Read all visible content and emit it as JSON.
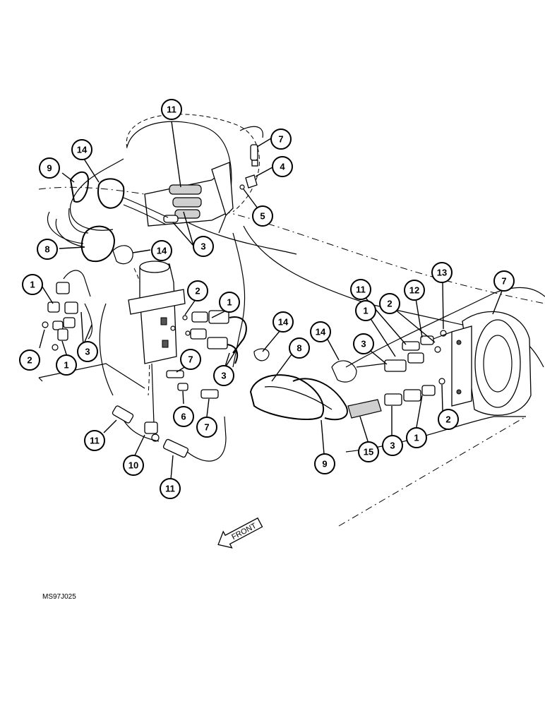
{
  "figure": {
    "reference_code": "MS97J025",
    "front_label": "FRONT"
  },
  "callouts": [
    {
      "id": "c11-top",
      "label": "11"
    },
    {
      "id": "c7-top",
      "label": "7"
    },
    {
      "id": "c14-top",
      "label": "14"
    },
    {
      "id": "c9-top",
      "label": "9"
    },
    {
      "id": "c4",
      "label": "4"
    },
    {
      "id": "c5",
      "label": "5"
    },
    {
      "id": "c3-top",
      "label": "3"
    },
    {
      "id": "c8-left",
      "label": "8"
    },
    {
      "id": "c14-left",
      "label": "14"
    },
    {
      "id": "c1-left-a",
      "label": "1"
    },
    {
      "id": "c2-left",
      "label": "2"
    },
    {
      "id": "c1-left-b",
      "label": "1"
    },
    {
      "id": "c3-left",
      "label": "3"
    },
    {
      "id": "c2-mid",
      "label": "2"
    },
    {
      "id": "c1-mid",
      "label": "1"
    },
    {
      "id": "c7-mid-a",
      "label": "7"
    },
    {
      "id": "c6",
      "label": "6"
    },
    {
      "id": "c7-mid-b",
      "label": "7"
    },
    {
      "id": "c3-mid",
      "label": "3"
    },
    {
      "id": "c14-mid",
      "label": "14"
    },
    {
      "id": "c8-mid",
      "label": "8"
    },
    {
      "id": "c11-bl",
      "label": "11"
    },
    {
      "id": "c10",
      "label": "10"
    },
    {
      "id": "c11-bottom",
      "label": "11"
    },
    {
      "id": "c9-bottom",
      "label": "9"
    },
    {
      "id": "c14-right",
      "label": "14"
    },
    {
      "id": "c15",
      "label": "15"
    },
    {
      "id": "c3-bottom",
      "label": "3"
    },
    {
      "id": "c1-bottom",
      "label": "1"
    },
    {
      "id": "c2-bottom",
      "label": "2"
    },
    {
      "id": "c11-right",
      "label": "11"
    },
    {
      "id": "c1-right",
      "label": "1"
    },
    {
      "id": "c3-right",
      "label": "3"
    },
    {
      "id": "c2-right",
      "label": "2"
    },
    {
      "id": "c12",
      "label": "12"
    },
    {
      "id": "c13",
      "label": "13"
    },
    {
      "id": "c7-right",
      "label": "7"
    }
  ]
}
